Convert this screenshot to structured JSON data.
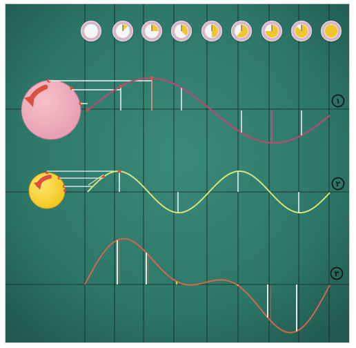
{
  "diagram": {
    "colors": {
      "panel": "#2e7a6b",
      "panel_dark": "#24675a",
      "grid": "#1c2e2a",
      "wave_1": "#b64b70",
      "wave_2": "#d9e57a",
      "wave_3": "#d5664a",
      "circle_1": "#efaeb9",
      "circle_2": "#f3cf2e",
      "arrow": "#d9503e",
      "phase_disc": "#f0c62f",
      "phase_ring": "#d7b7c7",
      "white": "#f4f7f6",
      "label_ring": "#101817",
      "marker_yellow": "#f2d62b"
    },
    "labels": [
      {
        "id": "1",
        "text": "①",
        "name": "label-wave-1"
      },
      {
        "id": "2",
        "text": "②",
        "name": "label-wave-2"
      },
      {
        "id": "3",
        "text": "③",
        "name": "label-wave-3"
      }
    ],
    "phase_icons": [
      0,
      0.125,
      0.25,
      0.375,
      0.5,
      0.625,
      0.75,
      0.875,
      1.0
    ]
  }
}
